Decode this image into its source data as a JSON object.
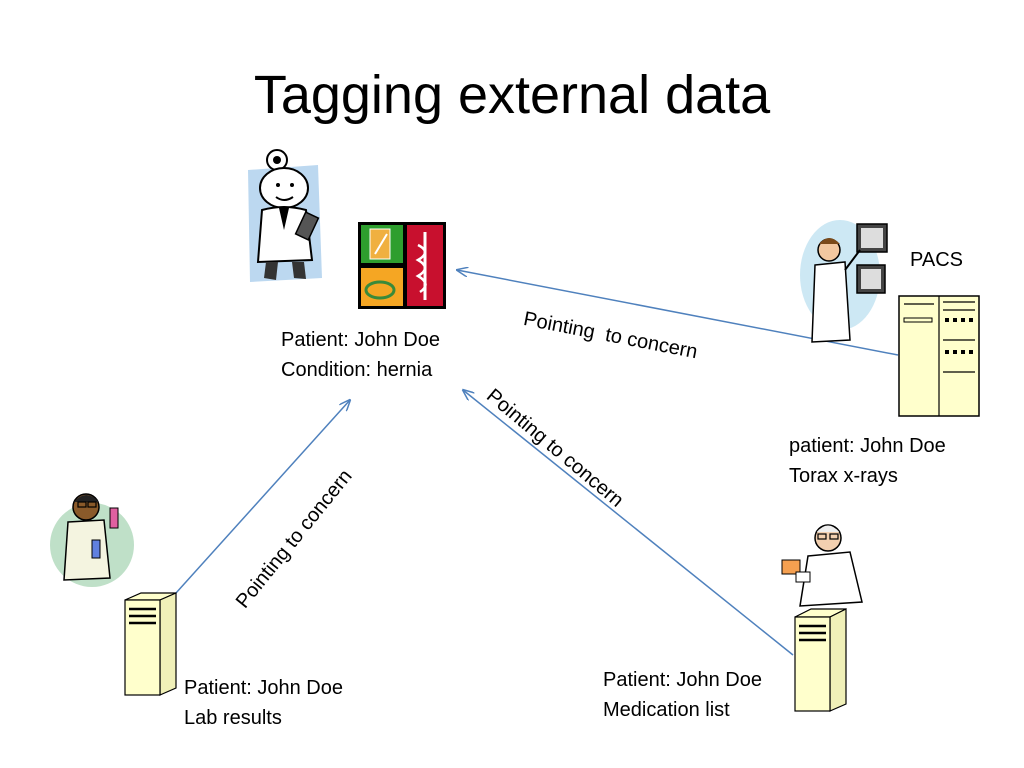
{
  "title": "Tagging external data",
  "concern": {
    "line1": "Patient: John Doe",
    "line2": "Condition: hernia"
  },
  "pacs": {
    "label": "PACS",
    "line1": "patient: John Doe",
    "line2": "Torax x-rays"
  },
  "lab": {
    "line1": "Patient: John Doe",
    "line2": "Lab results"
  },
  "medication": {
    "line1": "Patient: John Doe",
    "line2": "Medication list"
  },
  "arrows": {
    "pacs_label": "Pointing  to concern",
    "lab_label": "Pointing to concern",
    "med_label": "Pointing to concern"
  },
  "colors": {
    "arrow": "#4f81bd",
    "server_fill": "#ffffcc",
    "title": "#000000"
  }
}
